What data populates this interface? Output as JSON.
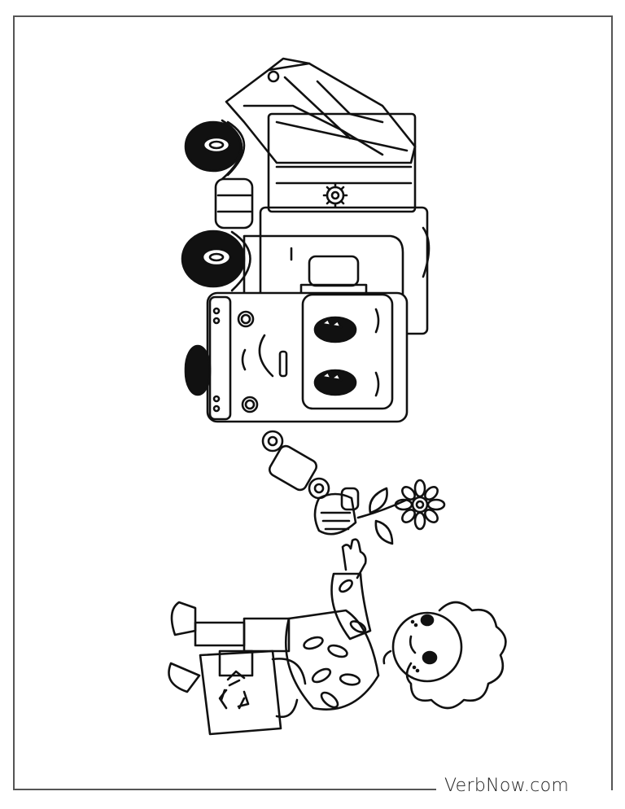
{
  "page": {
    "watermark": "VerbNow.com",
    "description": "Coloring page (rotated): smiling garbage truck with robotic arm handing a flower to a curly-haired child holding a recycling bag"
  },
  "illustration": {
    "subjects": [
      "garbage-truck",
      "robot-arm",
      "flower",
      "child",
      "recycling-bag"
    ],
    "icons": [
      "gear-icon",
      "recycle-icon",
      "leaf-pattern"
    ]
  },
  "colors": {
    "line": "#111111",
    "frame": "#555555",
    "background": "#ffffff"
  }
}
